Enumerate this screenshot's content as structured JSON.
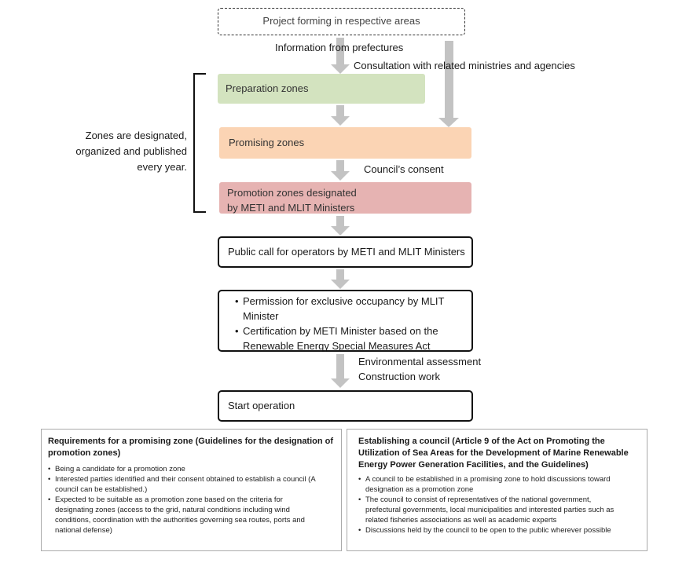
{
  "flow": {
    "project_forming": "Project forming in respective areas",
    "info_from_prefectures": "Information from prefectures",
    "consultation": "Consultation with related ministries and agencies",
    "preparation_zones": "Preparation zones",
    "promising_zones": "Promising zones",
    "councils_consent": "Council’s consent",
    "promotion_zones_line1": "Promotion zones designated",
    "promotion_zones_line2": "by METI and MLIT Ministers",
    "public_call": "Public call for operators by METI and MLIT Ministers",
    "permission_line1": "Permission for exclusive occupancy by MLIT",
    "permission_line2": "Minister",
    "certification_line1": "Certification by METI Minister based on the",
    "certification_line2": "Renewable Energy Special Measures Act",
    "env_assessment": "Environmental assessment",
    "construction_work": "Construction work",
    "start_operation": "Start operation"
  },
  "bracket_note": {
    "line1": "Zones are designated,",
    "line2": "organized and published",
    "line3": "every year."
  },
  "panel_left": {
    "title_line1": "Requirements for a promising zone (Guidelines for the designation of",
    "title_line2": "promotion zones)",
    "items": [
      [
        "Being a candidate for a promotion zone"
      ],
      [
        "Interested parties identified and their consent obtained to establish a council (A",
        "council can be established.)"
      ],
      [
        "Expected to be suitable as a promotion zone based on the criteria for",
        "designating zones (access to the grid, natural conditions including wind",
        "conditions, coordination with the authorities governing sea routes, ports and",
        "national defense)"
      ]
    ]
  },
  "panel_right": {
    "title_line1": "Establishing a council (Article 9 of the Act on Promoting the",
    "title_line2": "Utilization of Sea Areas for the Development of Marine Renewable",
    "title_line3": "Energy Power Generation Facilities, and the Guidelines)",
    "items": [
      [
        "A council to be established in a promising zone to hold discussions toward",
        "designation as a promotion zone"
      ],
      [
        "The council to consist of representatives of the national government,",
        "prefectural governments, local municipalities and interested parties such as",
        "related fisheries associations as well as academic experts"
      ],
      [
        "Discussions held by the council to be open to the public wherever possible"
      ]
    ]
  }
}
